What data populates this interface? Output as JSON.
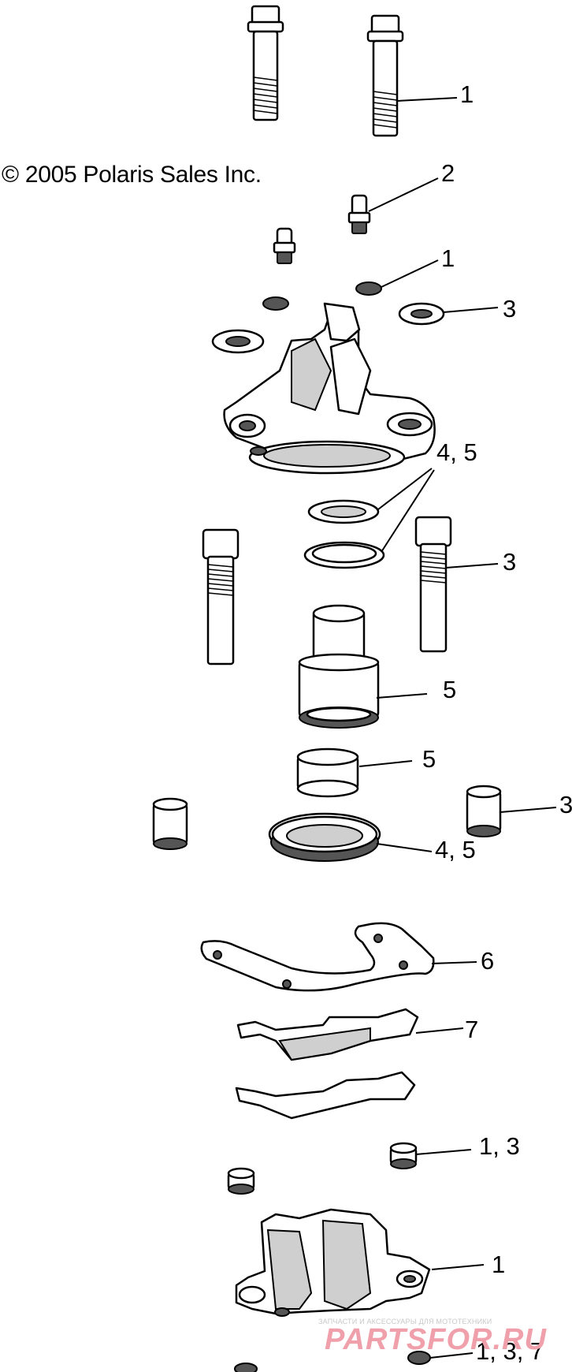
{
  "copyright": "© 2005 Polaris Sales Inc.",
  "callouts": {
    "c1": "1",
    "c2": "2",
    "c3": "1",
    "c4": "3",
    "c5": "4, 5",
    "c6": "3",
    "c7": "5",
    "c8": "5",
    "c9": "3",
    "c10": "4, 5",
    "c11": "6",
    "c12": "7",
    "c13": "1, 3",
    "c14": "1",
    "c15": "1, 3, 7"
  },
  "watermark": {
    "tagline": "ЗАПЧАСТИ И АКСЕССУАРЫ ДЛЯ МОТОТЕХНИКИ",
    "brand": "PARTSFOR.RU"
  }
}
